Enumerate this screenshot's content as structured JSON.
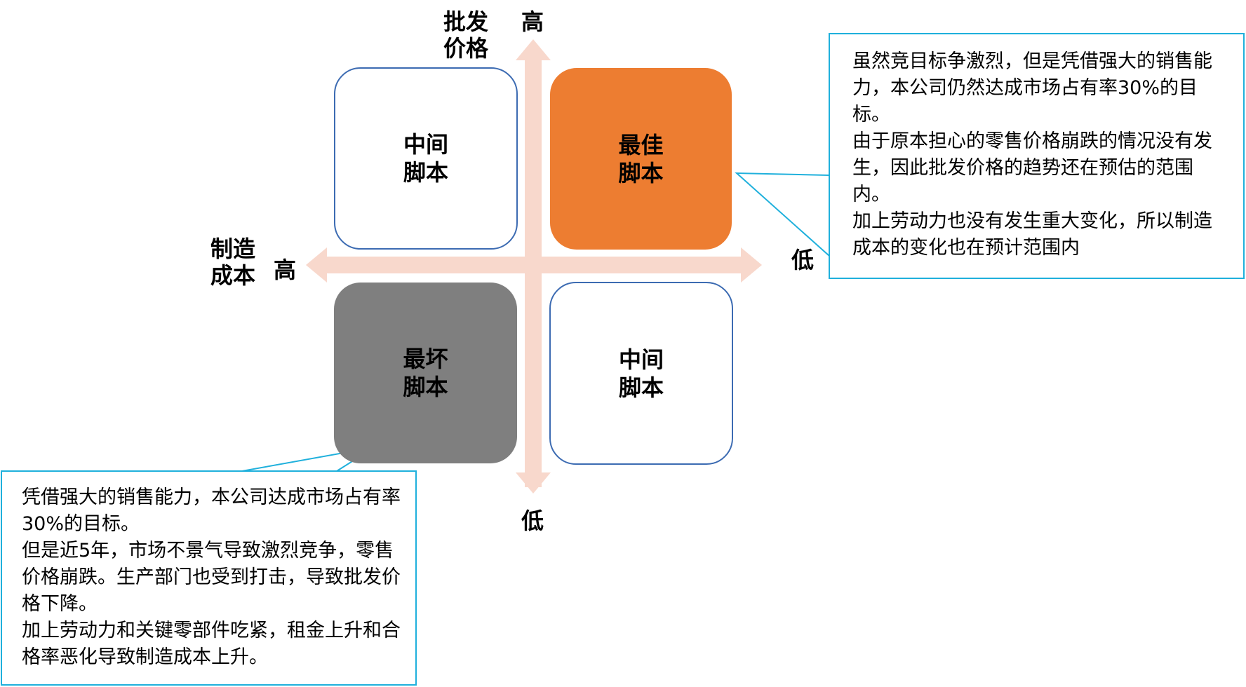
{
  "colors": {
    "axis": "#f8d8cc",
    "outline": "#3c6bb2",
    "best_fill": "#ed7d31",
    "worst_fill": "#7f7f7f",
    "callout_border": "#1fb0dc"
  },
  "axes": {
    "vertical_label": "批发\n价格",
    "vertical_high": "高",
    "vertical_low": "低",
    "horizontal_label": "制造\n成本",
    "horizontal_high": "高",
    "horizontal_low": "低"
  },
  "quadrants": {
    "top_left": "中间\n脚本",
    "top_right": "最佳\n脚本",
    "bottom_left": "最坏\n脚本",
    "bottom_right": "中间\n脚本"
  },
  "callouts": {
    "right": [
      "虽然竞目标争激烈，但是凭借强大的销售能力，本公司仍然达成市场占有率30%的目标。",
      "由于原本担心的零售价格崩跌的情况没有发生，因此批发价格的趋势还在预估的范围内。",
      "加上劳动力也没有发生重大变化，所以制造成本的变化也在预计范围内"
    ],
    "left": [
      "凭借强大的销售能力，本公司达成市场占有率30%的目标。",
      "但是近5年，市场不景气导致激烈竞争，零售价格崩跌。生产部门也受到打击，导致批发价格下降。",
      "加上劳动力和关键零部件吃紧，租金上升和合格率恶化导致制造成本上升。"
    ]
  }
}
